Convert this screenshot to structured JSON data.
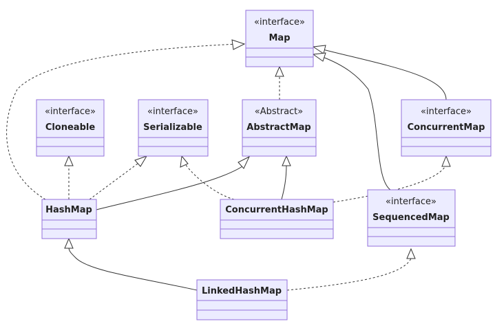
{
  "classes": {
    "map": {
      "stereotype": "«interface»",
      "name": "Map"
    },
    "cloneable": {
      "stereotype": "«interface»",
      "name": "Cloneable"
    },
    "serializable": {
      "stereotype": "«interface»",
      "name": "Serializable"
    },
    "abstract_map": {
      "stereotype": "«Abstract»",
      "name": "AbstractMap"
    },
    "concurrent_map": {
      "stereotype": "«interface»",
      "name": "ConcurrentMap"
    },
    "hash_map": {
      "stereotype": "",
      "name": "HashMap"
    },
    "concurrent_hash_map": {
      "stereotype": "",
      "name": "ConcurrentHashMap"
    },
    "sequenced_map": {
      "stereotype": "«interface»",
      "name": "SequencedMap"
    },
    "linked_hash_map": {
      "stereotype": "",
      "name": "LinkedHashMap"
    }
  },
  "relationships": [
    {
      "from": "HashMap",
      "to": "Map",
      "kind": "realization"
    },
    {
      "from": "HashMap",
      "to": "Cloneable",
      "kind": "realization"
    },
    {
      "from": "HashMap",
      "to": "Serializable",
      "kind": "realization"
    },
    {
      "from": "HashMap",
      "to": "AbstractMap",
      "kind": "inheritance"
    },
    {
      "from": "AbstractMap",
      "to": "Map",
      "kind": "realization"
    },
    {
      "from": "ConcurrentMap",
      "to": "Map",
      "kind": "inheritance"
    },
    {
      "from": "SequencedMap",
      "to": "Map",
      "kind": "inheritance"
    },
    {
      "from": "ConcurrentHashMap",
      "to": "Serializable",
      "kind": "realization"
    },
    {
      "from": "ConcurrentHashMap",
      "to": "AbstractMap",
      "kind": "inheritance"
    },
    {
      "from": "ConcurrentHashMap",
      "to": "ConcurrentMap",
      "kind": "realization"
    },
    {
      "from": "LinkedHashMap",
      "to": "HashMap",
      "kind": "inheritance"
    },
    {
      "from": "LinkedHashMap",
      "to": "SequencedMap",
      "kind": "realization"
    }
  ]
}
